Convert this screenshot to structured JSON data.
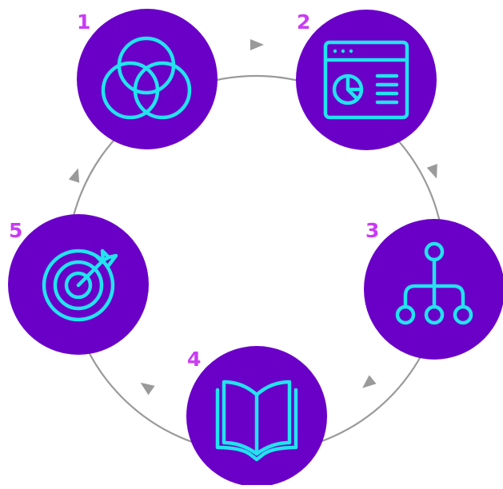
{
  "colors": {
    "circle_fill": "#6a00c8",
    "icon_stroke": "#22e3ee",
    "number_text": "#c93bf5",
    "connector": "#9a9a9a"
  },
  "steps": [
    {
      "number": "1",
      "icon": "venn-diagram-icon"
    },
    {
      "number": "2",
      "icon": "browser-dashboard-icon"
    },
    {
      "number": "3",
      "icon": "hierarchy-icon"
    },
    {
      "number": "4",
      "icon": "open-book-icon"
    },
    {
      "number": "5",
      "icon": "target-arrow-icon"
    }
  ]
}
